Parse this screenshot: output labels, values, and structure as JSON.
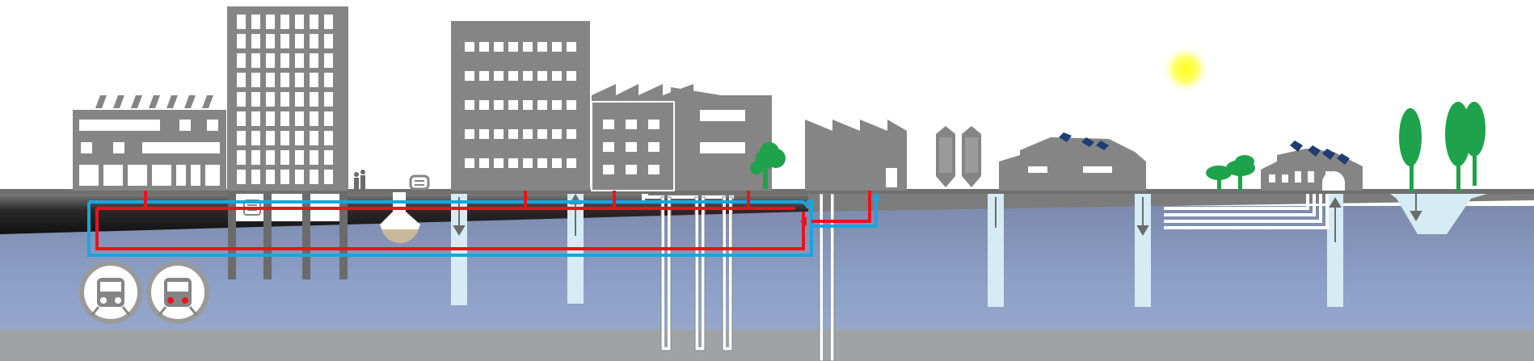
{
  "diagram": {
    "kind": "urban-thermal-energy-cross-section",
    "colors": {
      "sky": "#ffffff",
      "building": "#858585",
      "building_edge": "#6e6e6e",
      "window": "#ffffff",
      "ground_surface": "#6f6f6f",
      "ground_dark": "#1a1a1a",
      "aquifer_top": "#7f8fb0",
      "aquifer_mid": "#8fa2c8",
      "bedrock": "#9fa3a6",
      "hot_pipe": "#e8141c",
      "cold_pipe": "#1aa4e0",
      "well_pale": "#d6ecf4",
      "tree": "#1ea24b",
      "solar_panel": "#1f3d73",
      "sun": "#ffff3a",
      "reservoir": "#c8b99a"
    },
    "elements": [
      {
        "id": "sun",
        "icon": "sun-icon"
      },
      {
        "id": "solar-roof-factory",
        "icon": "solar-panel-icon"
      },
      {
        "id": "solar-roof-farm",
        "icon": "solar-panel-icon"
      },
      {
        "id": "metro-train-cold",
        "icon": "train-icon"
      },
      {
        "id": "metro-train-hot",
        "icon": "train-icon"
      },
      {
        "id": "people",
        "icon": "people-icon"
      },
      {
        "id": "thermal-storage-tank",
        "icon": "tank-icon"
      },
      {
        "id": "grain-silos",
        "icon": "silo-icon"
      },
      {
        "id": "trees",
        "icon": "tree-icon"
      }
    ]
  }
}
